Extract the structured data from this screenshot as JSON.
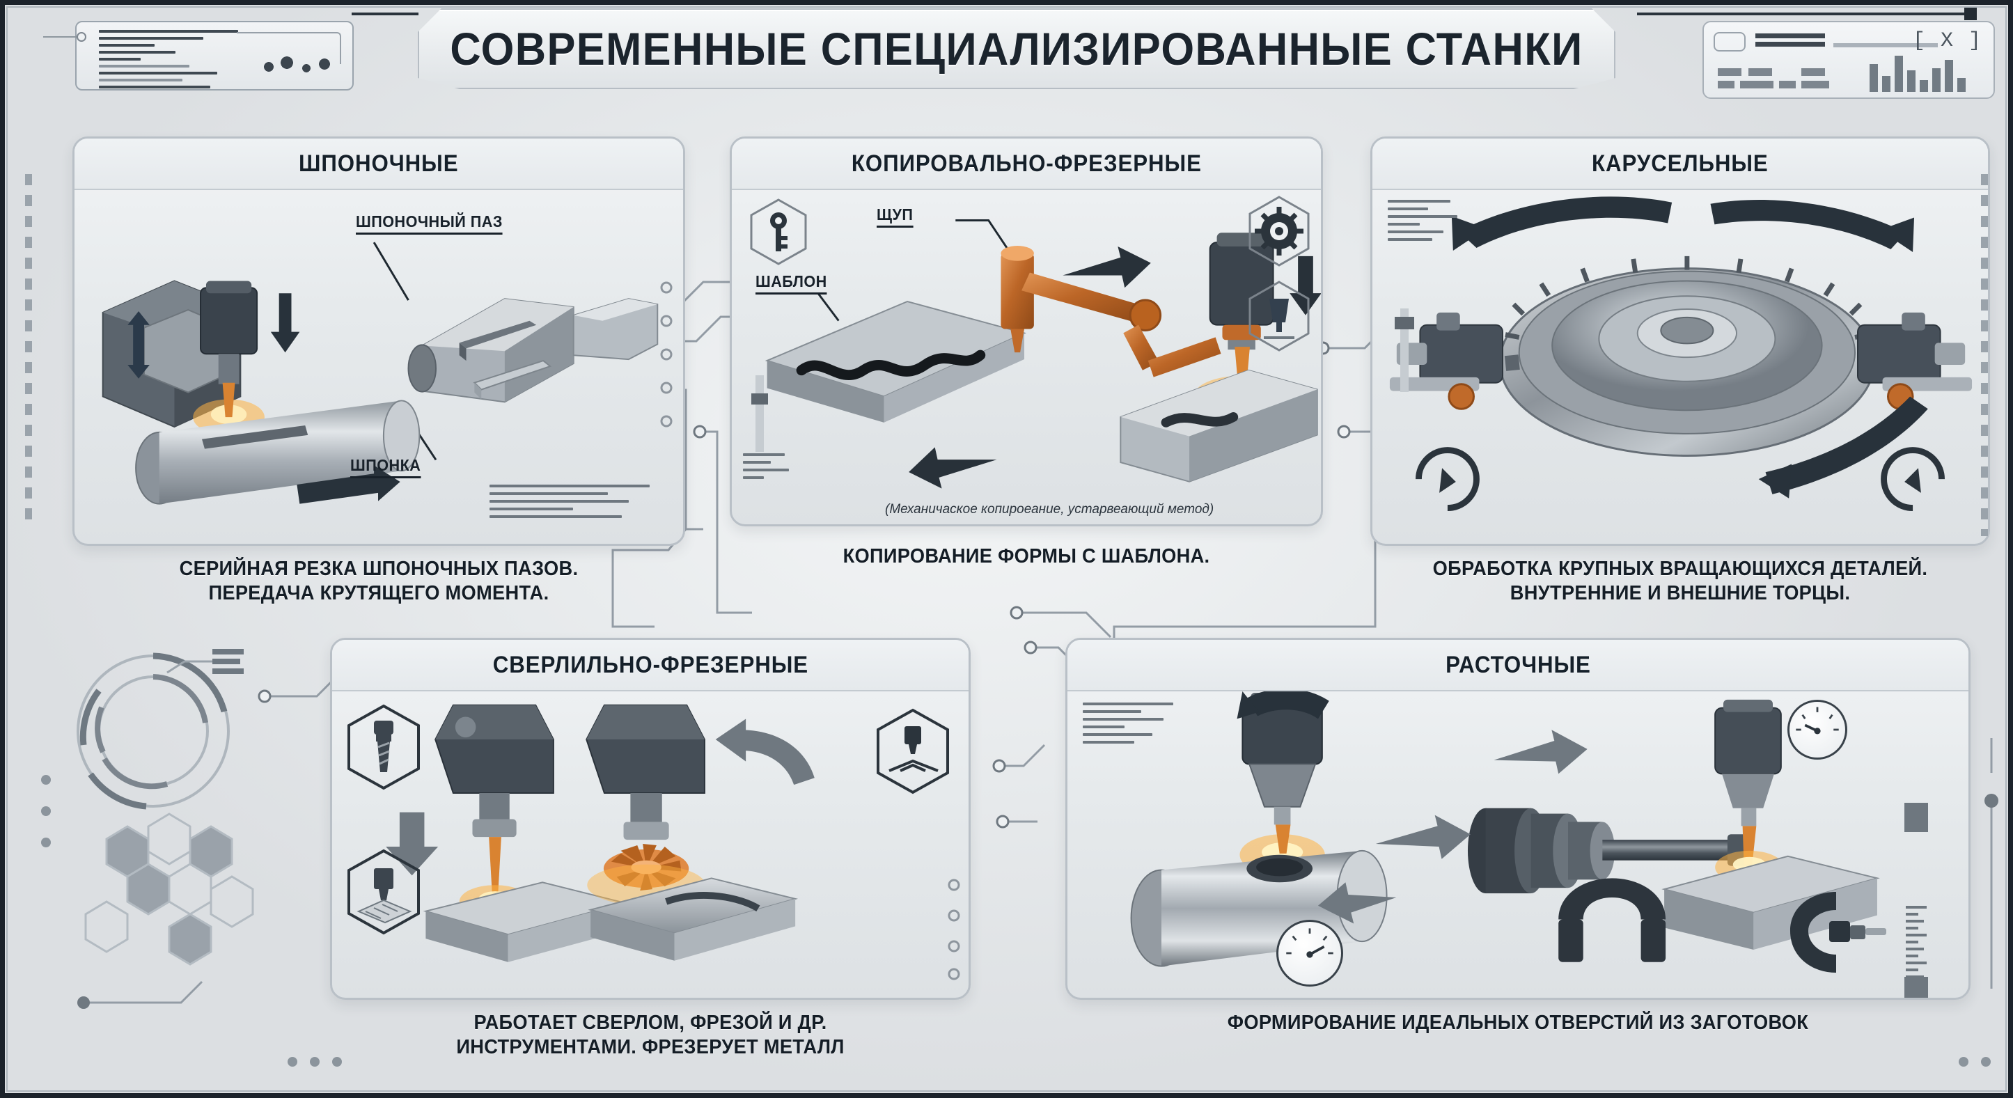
{
  "header": {
    "title": "СОВРЕМЕННЫЕ СПЕЦИАЛИЗИРОВАННЫЕ СТАНКИ",
    "close_label": "[ X ]"
  },
  "colors": {
    "background": "#e9ecee",
    "frame": "#1c232b",
    "panel_border": "#b9c0c7",
    "text_dark": "#15202a",
    "accent_copper": "#c06a2a",
    "accent_glow": "#ffb341",
    "steel_mid": "#9aa1a8",
    "hud_line": "#8c959e"
  },
  "panels": [
    {
      "id": "keyway",
      "title": "ШПОНОЧНЫЕ",
      "caption_line1": "СЕРИЙНАЯ РЕЗКА ШПОНОЧНЫХ ПАЗОВ.",
      "caption_line2": "ПЕРЕДАЧА КРУТЯЩЕГО МОМЕНТА.",
      "annotations": [
        {
          "label": "ШПОНОЧНЫЙ ПАЗ"
        },
        {
          "label": "ШПОНКА"
        }
      ],
      "icons": [
        "vertical-arrow-icon",
        "down-arrow-icon",
        "right-arrow-icon"
      ]
    },
    {
      "id": "copy-milling",
      "title": "КОПИРОВАЛЬНО-ФРЕЗЕРНЫЕ",
      "caption_line1": "КОПИРОВАНИЕ ФОРМЫ С ШАБЛОНА.",
      "caption_line2": "",
      "note": "(Механичаское копироеание, устарвеающий метод)",
      "annotations": [
        {
          "label": "ЩУП"
        },
        {
          "label": "ШАБЛОН"
        }
      ],
      "icons": [
        "key-icon",
        "gear-icon",
        "cutting-tool-icon",
        "right-arrow-icon",
        "down-arrow-icon",
        "left-arrow-icon"
      ]
    },
    {
      "id": "vertical-lathe",
      "title": "КАРУСЕЛЬНЫЕ",
      "caption_line1": "ОБРАБОТКА КРУПНЫХ ВРАЩАЮЩИХСЯ ДЕТАЛЕЙ.",
      "caption_line2": "ВНУТРЕННИЕ И ВНЕШНИЕ ТОРЦЫ.",
      "icons": [
        "rotation-arrow-icon",
        "refresh-ccw-icon",
        "refresh-cw-icon"
      ]
    },
    {
      "id": "drill-milling",
      "title": "СВЕРЛИЛЬНО-ФРЕЗЕРНЫЕ",
      "caption_line1": "РАБОТАЕТ СВЕРЛОМ, ФРЕЗОЙ И ДР.",
      "caption_line2": "ИНСТРУМЕНТАМИ. ФРЕЗЕРУЕТ МЕТАЛЛ",
      "icons": [
        "drill-bit-icon",
        "milling-surface-icon",
        "engraving-icon",
        "curved-arrow-icon",
        "down-arrow-icon"
      ]
    },
    {
      "id": "boring",
      "title": "РАСТОЧНЫЕ",
      "caption_line1": "ФОРМИРОВАНИЕ ИДЕАЛЬНЫХ ОТВЕРСТИЙ ИЗ ЗАГОТОВОК",
      "caption_line2": "",
      "icons": [
        "dial-gauge-icon",
        "micrometer-icon",
        "caliper-icon",
        "rotation-arrow-icon",
        "down-arrow-icon"
      ]
    }
  ],
  "hud": {
    "top_left": {
      "name": "system-readout",
      "line_count": 9
    },
    "top_right": {
      "name": "metrics-window",
      "bar_values": [
        26,
        15,
        34,
        20,
        11,
        22,
        30,
        13
      ]
    },
    "rings": {
      "name": "radial-gauge-decor"
    },
    "hexfield": {
      "name": "hexagon-cluster-decor",
      "count": 7
    }
  }
}
